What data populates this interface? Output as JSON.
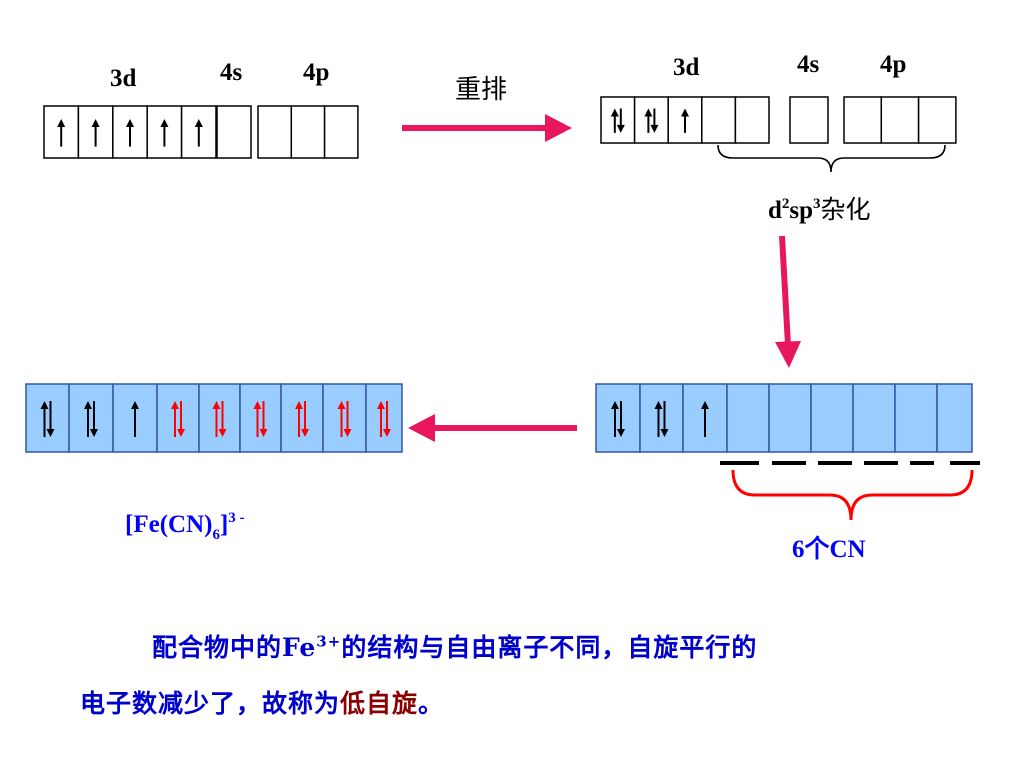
{
  "labels": {
    "d3": "3d",
    "s4": "4s",
    "p4": "4p",
    "rearrange": "重排",
    "hybrid_prefix": "d",
    "hybrid_sup1": "2",
    "hybrid_mid": "sp",
    "hybrid_sup2": "3",
    "hybrid_suffix": "杂化",
    "complex_prefix": "[Fe(CN)",
    "complex_sub": "6",
    "complex_bracket": "]",
    "complex_charge": "3 -",
    "ligands": "6个CN"
  },
  "orbitals": {
    "left_top": [
      "up",
      "up",
      "up",
      "up",
      "up",
      "empty",
      "empty",
      "empty",
      "empty"
    ],
    "right_top": [
      "pair",
      "pair",
      "up",
      "empty",
      "empty",
      "empty",
      "empty",
      "empty",
      "empty"
    ],
    "right_mid": [
      "pair",
      "pair",
      "up",
      "empty",
      "empty",
      "empty",
      "empty",
      "empty",
      "empty"
    ],
    "left_mid": [
      "pair",
      "pair",
      "up",
      "pair-red",
      "pair-red",
      "pair-red",
      "pair-red",
      "pair-red",
      "pair-red"
    ]
  },
  "paragraph": {
    "line1_a": "配合物中的Fe",
    "line1_sup": "3+",
    "line1_b": "的结构与自由离子不同，自旋平行的",
    "line2_a": "电子数减少了，故称为",
    "line2_hl": "低自旋",
    "line2_b": "。"
  },
  "colors": {
    "arrow": "#e8175d",
    "box_fill": "#99ccff",
    "box_stroke": "#3355aa",
    "red_spin": "#ff0000",
    "text_blue": "#0000ff",
    "text_dark": "#8b0000"
  }
}
